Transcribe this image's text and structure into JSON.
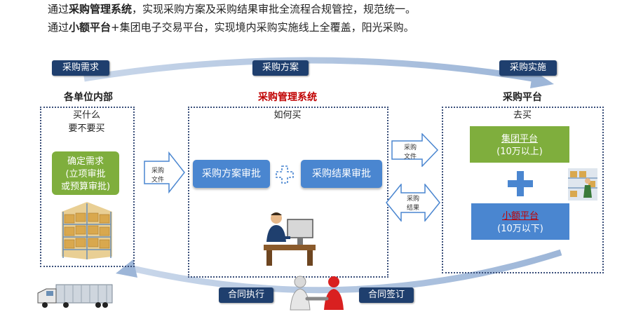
{
  "intro": {
    "line1_prefix": "通过",
    "line1_bold": "采购管理系统",
    "line1_suffix": "，实现采购方案及采购结果审批全流程合规管控，规范统一。",
    "line2_prefix": "通过",
    "line2_bold": "小额平台",
    "line2_suffix": "+集团电子交易平台，实现境内采购实施线上全覆盖，阳光采购。"
  },
  "flow_labels": {
    "demand": "采购需求",
    "plan": "采购方案",
    "implement": "采购实施",
    "contract_exec": "合同执行",
    "contract_sign": "合同签订"
  },
  "left": {
    "heading": "各单位内部",
    "line1": "买什么",
    "line2": "要不要买",
    "green_line1": "确定需求",
    "green_line2": "(立项审批",
    "green_line3": "或预算审批)",
    "arrow_line1": "采购",
    "arrow_line2": "文件"
  },
  "middle": {
    "heading": "采购管理系统",
    "subtitle": "如何买",
    "btn_plan": "采购方案审批",
    "btn_result": "采购结果审批",
    "arrow_top_line1": "采购",
    "arrow_top_line2": "文件",
    "arrow_bottom_line1": "采购",
    "arrow_bottom_line2": "结果"
  },
  "right": {
    "heading": "采购平台",
    "subtitle": "去买",
    "group_title": "集团平台",
    "group_sub": "(10万以上)",
    "small_title": "小额平台",
    "small_sub": "(10万以下)"
  },
  "colors": {
    "navy": "#1f3f6e",
    "blue": "#4a86d0",
    "green": "#7fae3d",
    "red": "#c00000"
  }
}
